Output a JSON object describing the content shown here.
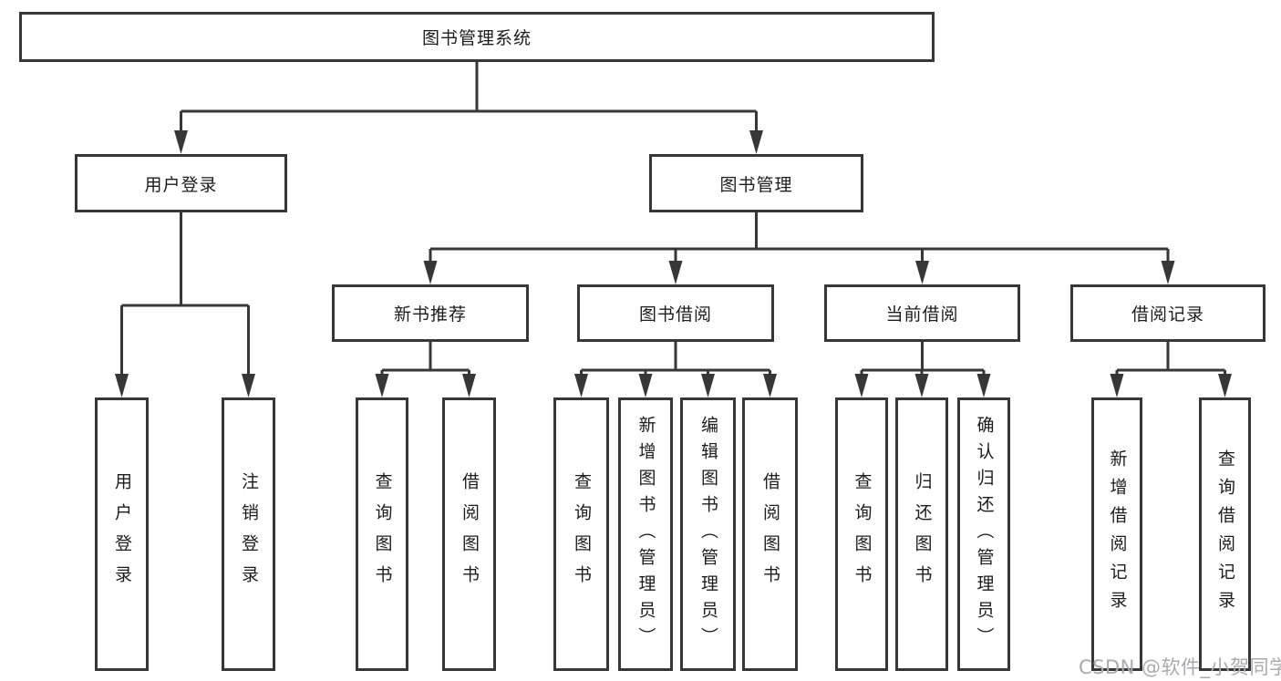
{
  "colors": {
    "background": "#ffffff",
    "box_border": "#373737",
    "connector_line": "#373737",
    "text": "#1c1c1c",
    "watermark": "#aaaab0"
  },
  "watermark": {
    "text": "CSDN @软件_小贺同学"
  },
  "tree": {
    "label": "图书管理系统",
    "children": [
      {
        "label": "用户登录",
        "children": [
          {
            "label": "用户登录"
          },
          {
            "label": "注销登录"
          }
        ]
      },
      {
        "label": "图书管理",
        "children": [
          {
            "label": "新书推荐",
            "children": [
              {
                "label": "查询图书"
              },
              {
                "label": "借阅图书"
              }
            ]
          },
          {
            "label": "图书借阅",
            "children": [
              {
                "label": "查询图书"
              },
              {
                "label": "新增图书（管理员）"
              },
              {
                "label": "编辑图书（管理员）"
              },
              {
                "label": "借阅图书"
              }
            ]
          },
          {
            "label": "当前借阅",
            "children": [
              {
                "label": "查询图书"
              },
              {
                "label": "归还图书"
              },
              {
                "label": "确认归还（管理员）"
              }
            ]
          },
          {
            "label": "借阅记录",
            "children": [
              {
                "label": "新增借阅记录"
              },
              {
                "label": "查询借阅记录"
              }
            ]
          }
        ]
      }
    ]
  }
}
